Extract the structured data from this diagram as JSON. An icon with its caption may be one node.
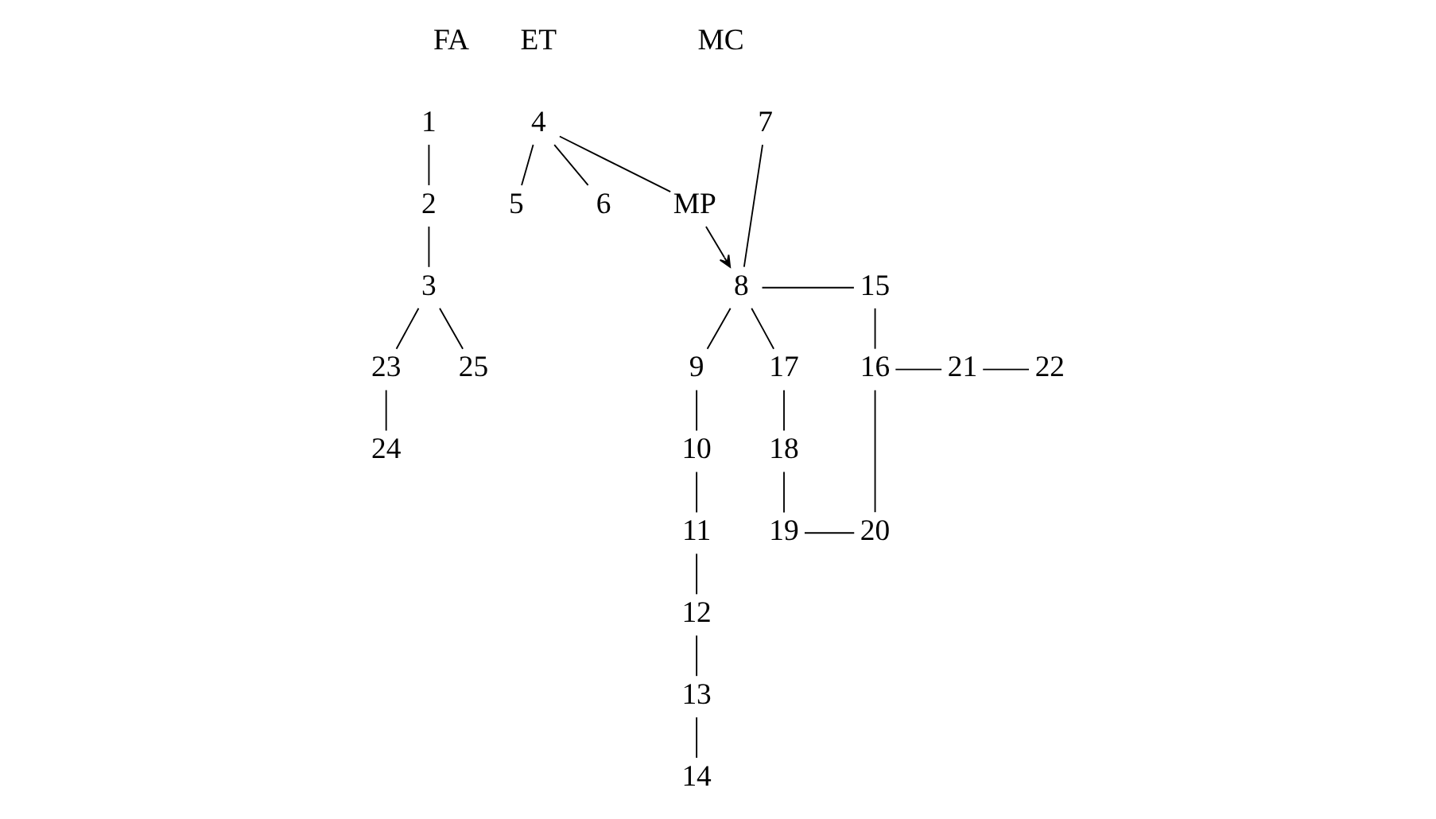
{
  "diagram": {
    "nodes": [
      {
        "text": [
          "1"
        ]
      },
      {
        "text": [
          "2"
        ]
      },
      {
        "text": [
          "3"
        ]
      },
      {
        "text": [
          "4"
        ]
      },
      {
        "text": [
          "5"
        ]
      },
      {
        "text": [
          "6"
        ]
      },
      {
        "text": [
          "7"
        ]
      },
      {
        "text": [
          "8"
        ]
      },
      {
        "text": [
          "9"
        ]
      },
      {
        "text": [
          "10"
        ]
      },
      {
        "text": [
          "11"
        ]
      },
      {
        "text": [
          "12"
        ]
      },
      {
        "text": [
          "13"
        ]
      },
      {
        "text": [
          "14"
        ]
      },
      {
        "text": [
          "15"
        ]
      },
      {
        "text": [
          "16"
        ]
      },
      {
        "text": [
          "17"
        ]
      },
      {
        "text": [
          "18"
        ]
      },
      {
        "text": [
          "19"
        ]
      },
      {
        "text": [
          "20"
        ]
      },
      {
        "text": [
          "21"
        ]
      },
      {
        "text": [
          "22"
        ]
      },
      {
        "text": [
          "23"
        ]
      },
      {
        "text": [
          "24"
        ]
      },
      {
        "text": [
          "25"
        ]
      },
      {
        "text": [
          "MP"
        ]
      }
    ],
    "edges": [
      {
        "from": 0,
        "to": 1,
        "arrow": "none"
      },
      {
        "from": 1,
        "to": 2,
        "arrow": "none"
      },
      {
        "from": 2,
        "to": 22,
        "arrow": "none"
      },
      {
        "from": 2,
        "to": 24,
        "arrow": "none"
      },
      {
        "from": 22,
        "to": 23,
        "arrow": "none"
      },
      {
        "from": 3,
        "to": 4,
        "arrow": "none"
      },
      {
        "from": 3,
        "to": 5,
        "arrow": "none"
      },
      {
        "from": 3,
        "to": 25,
        "arrow": "none"
      },
      {
        "from": 25,
        "to": 7,
        "arrow": "to"
      },
      {
        "from": 6,
        "to": 7,
        "arrow": "none"
      },
      {
        "from": 7,
        "to": 14,
        "arrow": "none"
      },
      {
        "from": 7,
        "to": 8,
        "arrow": "none"
      },
      {
        "from": 7,
        "to": 16,
        "arrow": "none"
      },
      {
        "from": 8,
        "to": 9,
        "arrow": "none"
      },
      {
        "from": 9,
        "to": 10,
        "arrow": "none"
      },
      {
        "from": 10,
        "to": 11,
        "arrow": "none"
      },
      {
        "from": 11,
        "to": 12,
        "arrow": "none"
      },
      {
        "from": 12,
        "to": 13,
        "arrow": "none"
      },
      {
        "from": 14,
        "to": 15,
        "arrow": "none"
      },
      {
        "from": 15,
        "to": 20,
        "arrow": "none"
      },
      {
        "from": 20,
        "to": 21,
        "arrow": "none"
      },
      {
        "from": 15,
        "to": 19,
        "arrow": "none"
      },
      {
        "from": 16,
        "to": 17,
        "arrow": "none"
      },
      {
        "from": 17,
        "to": 18,
        "arrow": "none"
      },
      {
        "from": 18,
        "to": 19,
        "arrow": "none"
      }
    ],
    "labels": [
      "FA",
      "ET",
      "MC"
    ]
  }
}
